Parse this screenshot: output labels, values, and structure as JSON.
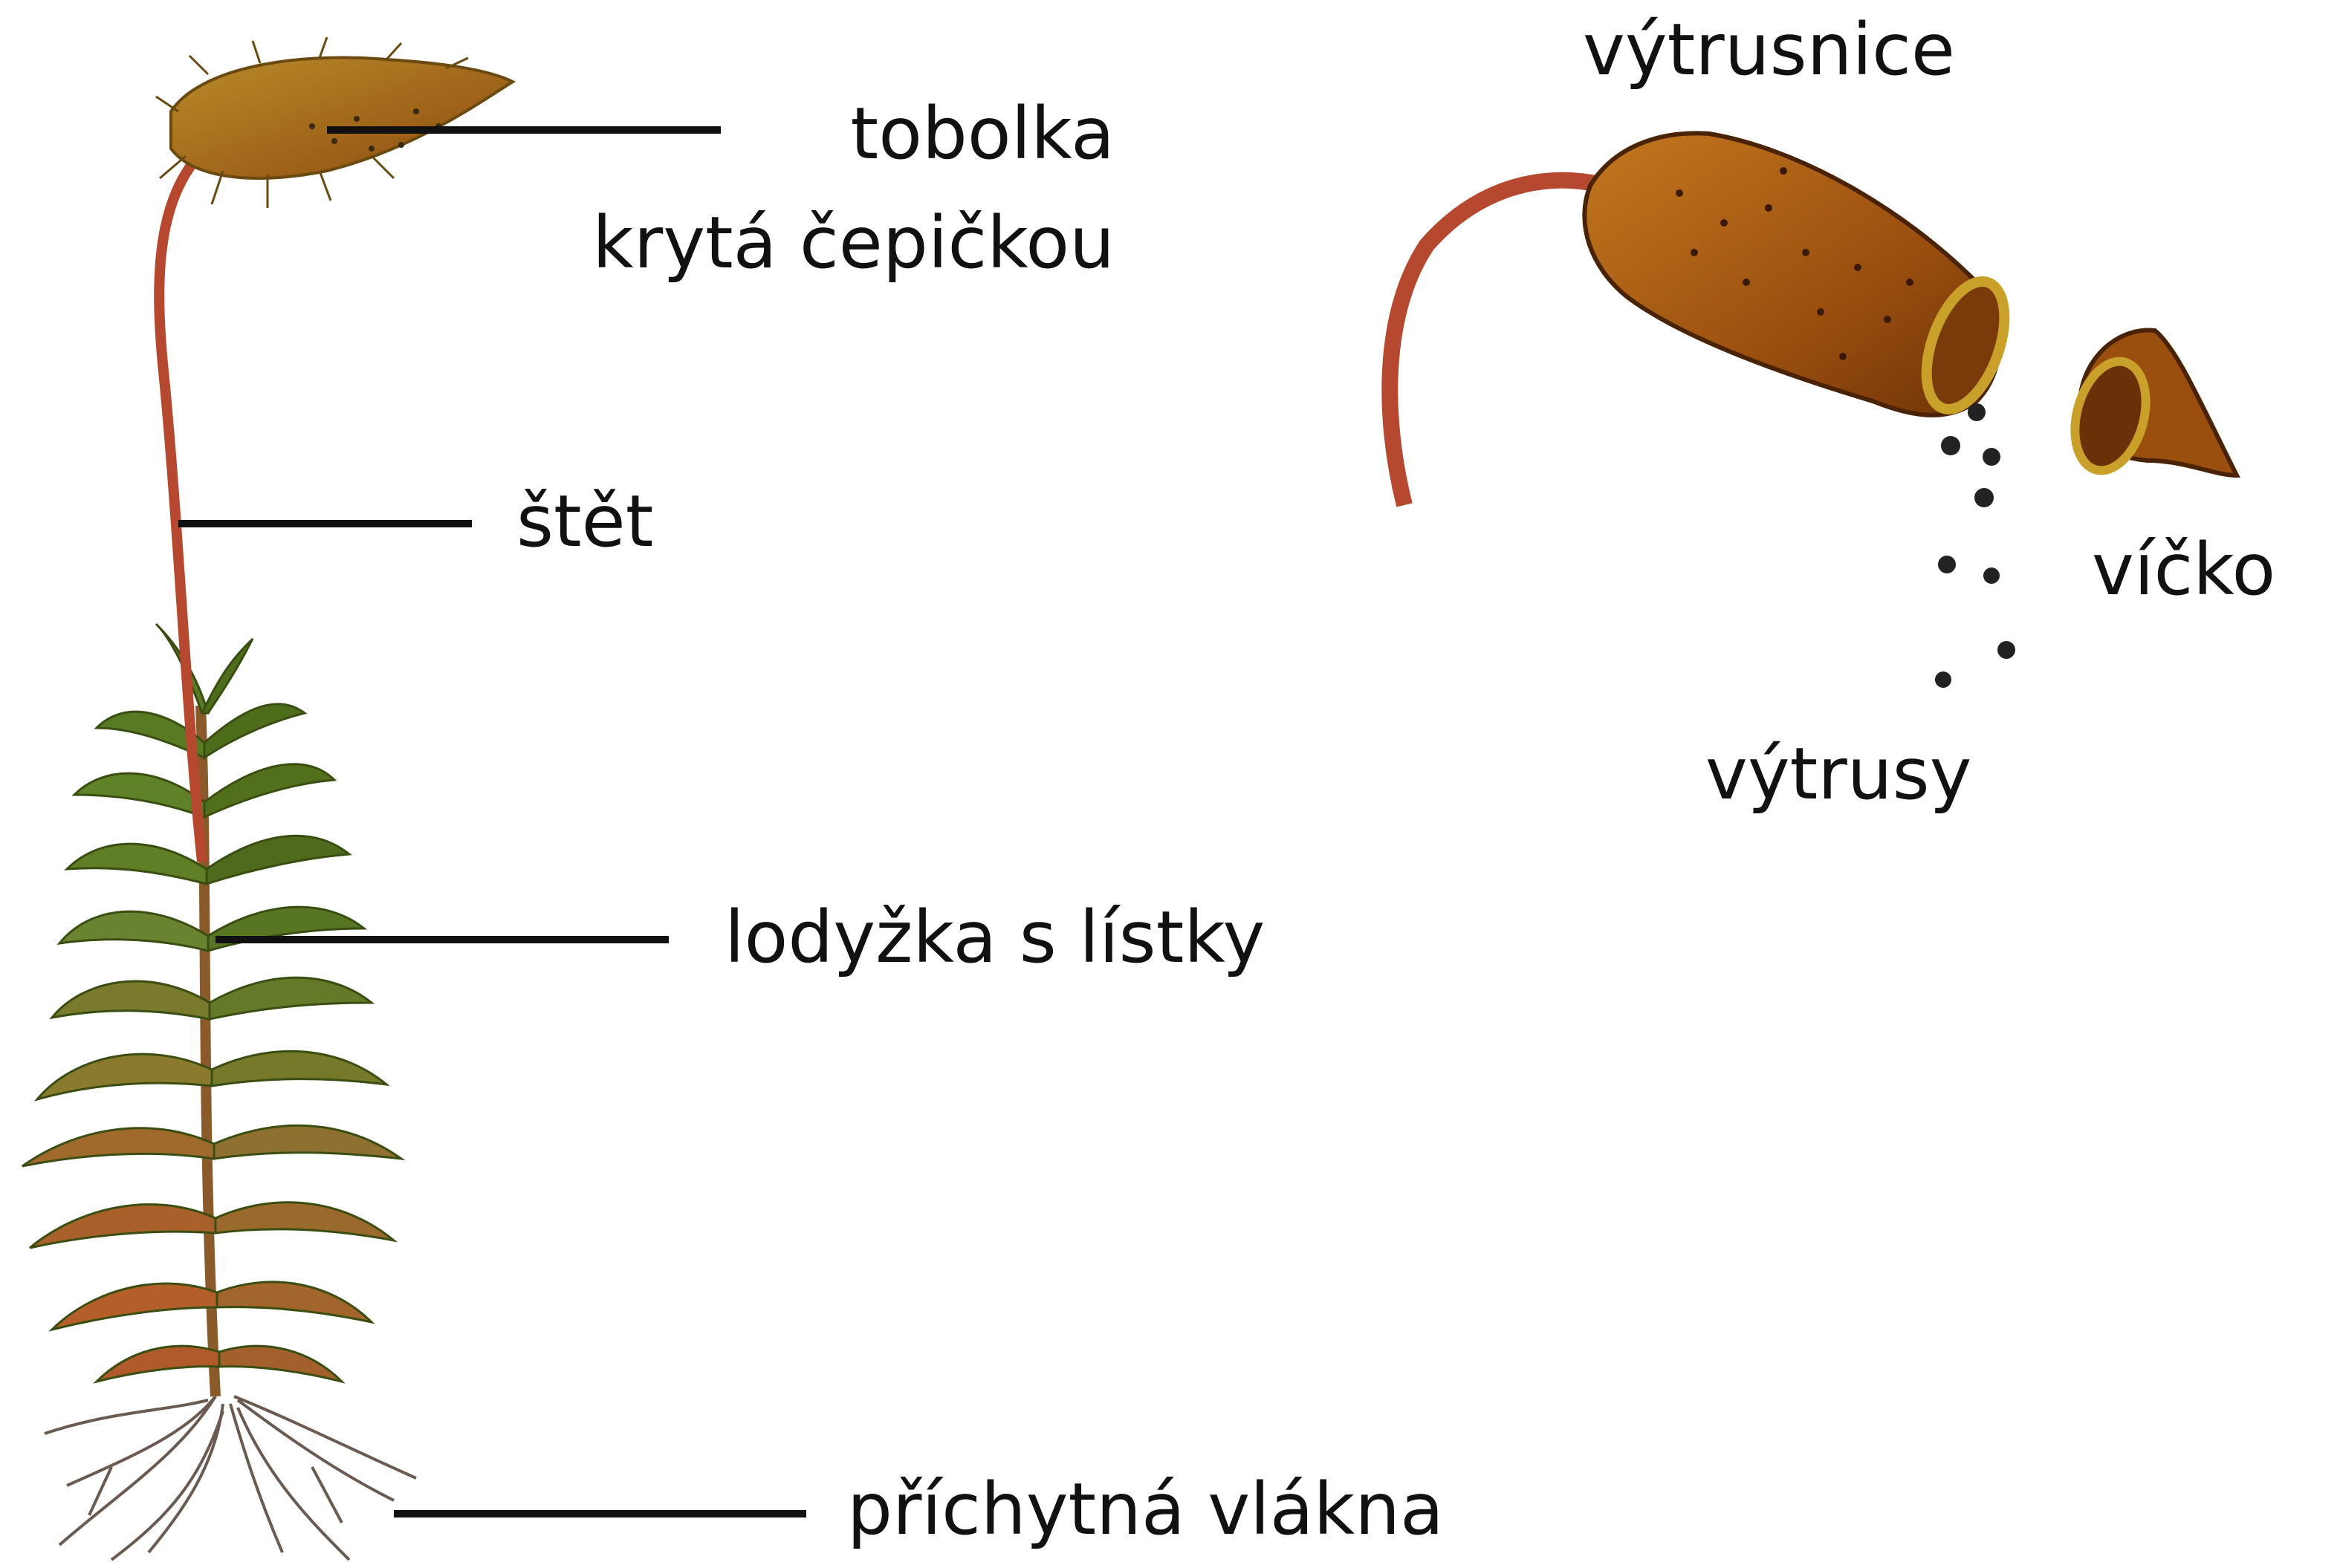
{
  "labels": {
    "tobolka": "tobolka",
    "kryta_cepickou": "krytá čepičkou",
    "stet": "štět",
    "lodyzka": "lodyžka s lístky",
    "prichytna": "příchytná vlákna",
    "vytrusnice": "výtrusnice",
    "vicko": "víčko",
    "vytrusy": "výtrusy"
  },
  "colors": {
    "label_text": "#111111",
    "leaf_green": "#4f6b1f",
    "stalk_red": "#b5482f",
    "capsule_brown": "#a35a12",
    "spore": "#222222"
  }
}
